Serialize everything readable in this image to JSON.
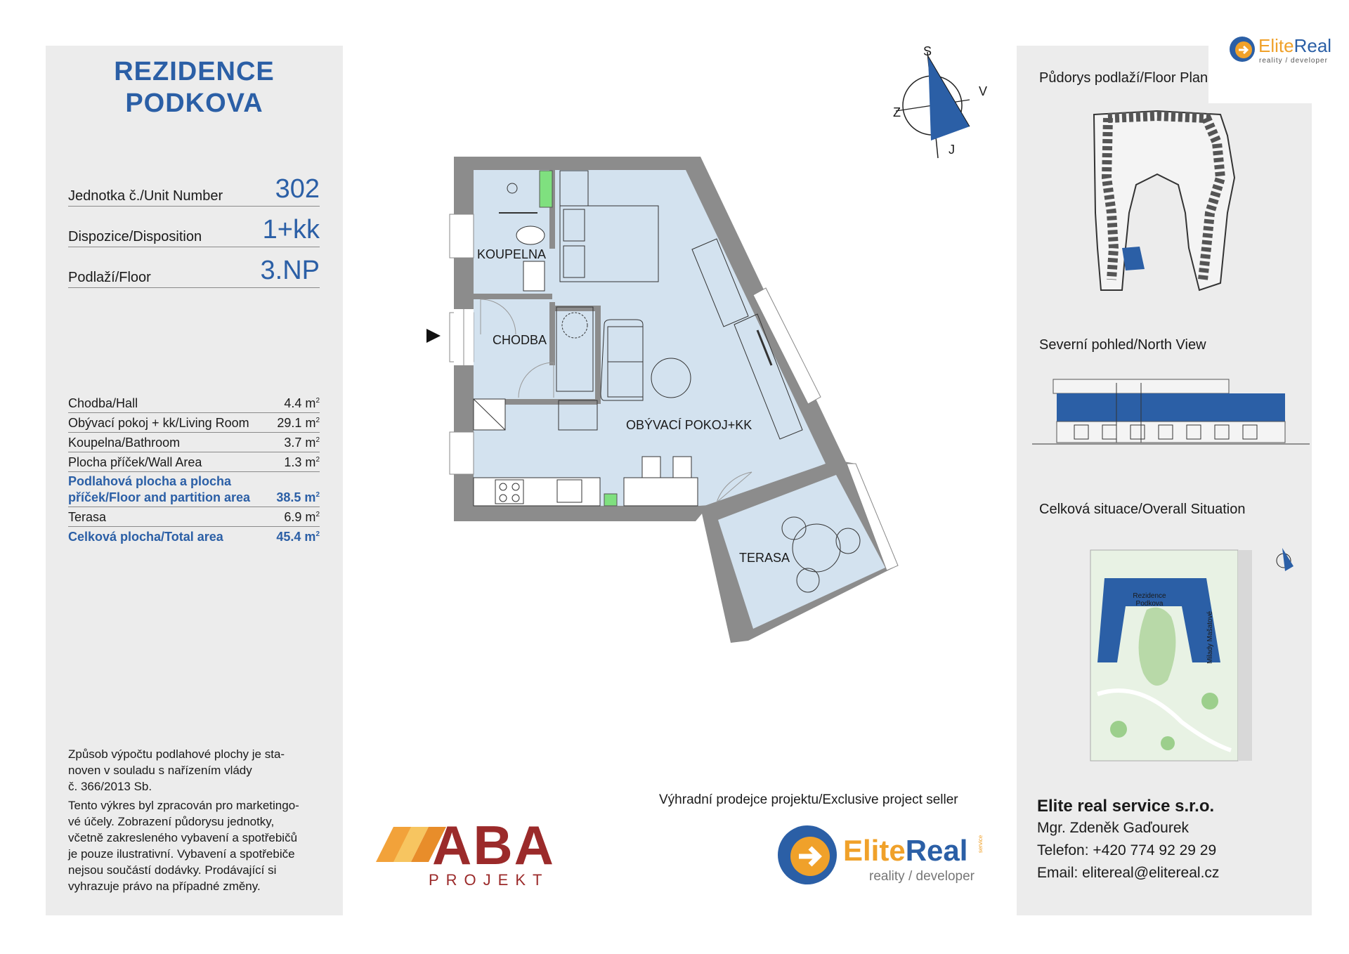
{
  "project": {
    "title_line1": "REZIDENCE",
    "title_line2": "PODKOVA"
  },
  "unit": [
    {
      "label": "Jednotka č./Unit Number",
      "value": "302"
    },
    {
      "label": "Dispozice/Disposition",
      "value": "1+kk"
    },
    {
      "label": "Podlaží/Floor",
      "value": "3.NP"
    }
  ],
  "areas": [
    {
      "label": "Chodba/Hall",
      "value": "4.4 m",
      "highlight": false
    },
    {
      "label": "Obývací pokoj + kk/Living Room",
      "value": "29.1 m",
      "highlight": false
    },
    {
      "label": "Koupelna/Bathroom",
      "value": "3.7 m",
      "highlight": false
    },
    {
      "label": "Plocha příček/Wall Area",
      "value": "1.3 m",
      "highlight": false
    },
    {
      "label": "Podlahová plocha a plocha příček/Floor and partition area",
      "label_line1": "Podlahová plocha a plocha",
      "label_line2": "příček/Floor and partition area",
      "value": "38.5 m",
      "highlight": true
    },
    {
      "label": "Terasa",
      "value": "6.9 m",
      "highlight": false
    },
    {
      "label": "Celková plocha/Total area",
      "value": "45.4 m",
      "highlight": true
    }
  ],
  "area_unit_exp": "2",
  "notes": {
    "p1": "Způsob výpočtu podlahové plochy je stanoven v souladu s nařízením vlády č. 366/2013 Sb.",
    "p1_lines": [
      "Způsob výpočtu podlahové plochy je sta-",
      "noven v souladu s nařízením vlády",
      "č. 366/2013 Sb."
    ],
    "p2_lines": [
      "Tento výkres byl zpracován pro marketingo-",
      "vé účely. Zobrazení půdorysu jednotky,",
      "včetně zakresleného vybavení a spotřebičů",
      "je pouze ilustrativní. Vybavení a spotřebiče",
      "nejsou součástí dodávky. Prodávající si",
      "vyhrazuje právo na případné změny."
    ]
  },
  "rooms": {
    "bathroom": "KOUPELNA",
    "hall": "CHODBA",
    "living": "OBÝVACÍ POKOJ+KK",
    "terrace": "TERASA"
  },
  "compass": {
    "n": "S",
    "s": "J",
    "e": "V",
    "w": "Z"
  },
  "right": {
    "floor_plan": "Půdorys podlaží/Floor Plan",
    "north_view": "Severní pohled/North View",
    "situation": "Celková situace/Overall Situation",
    "map_building": "Rezidence Podkova",
    "map_building_l1": "Rezidence",
    "map_building_l2": "Podkova",
    "map_street": "Milady Mašatové"
  },
  "seller": {
    "label": "Výhradní prodejce projektu/Exclusive project seller",
    "brand1": "Elite",
    "brand2": "Real",
    "service": "service",
    "tagline": "reality / developer"
  },
  "aba": {
    "name": "ABA",
    "sub": "PROJEKT"
  },
  "contact": {
    "company": "Elite real service s.r.o.",
    "person": "Mgr. Zdeněk Gaďourek",
    "phone": "Telefon: +420 774 92 29 29",
    "email": "Email: elitereal@elitereal.cz"
  },
  "colors": {
    "accent": "#2b5fa6",
    "floor": "#d3e2ef",
    "wall": "#8c8c8c",
    "panel": "#ececec",
    "aba_red": "#9b2a2a",
    "aba_orange": "#f2a23a",
    "elite_orange": "#f0a12a"
  }
}
